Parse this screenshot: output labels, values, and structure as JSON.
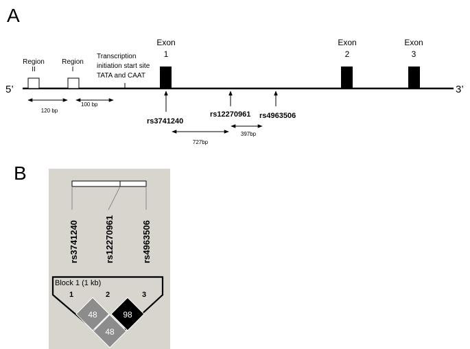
{
  "panel_a": {
    "label": "A",
    "five_prime": "5’",
    "three_prime": "3’",
    "region_ii": {
      "line1": "Region",
      "line2": "II"
    },
    "region_i": {
      "line1": "Region",
      "line2": "I"
    },
    "transcription": {
      "line1": "Transcription",
      "line2": "initiation start site",
      "line3": "TATA and CAAT"
    },
    "exons": [
      {
        "word": "Exon",
        "number": "1"
      },
      {
        "word": "Exon",
        "number": "2"
      },
      {
        "word": "Exon",
        "number": "3"
      }
    ],
    "distance_120": "120 bp",
    "distance_100": "100 bp",
    "snps": [
      "rs3741240",
      "rs12270961",
      "rs4963506"
    ],
    "distance_727": "727bp",
    "distance_397": "397bp"
  },
  "panel_b": {
    "label": "B",
    "snp_labels": [
      "rs3741240",
      "rs12270961",
      "rs4963506"
    ],
    "block_title": "Block 1 (1 kb)",
    "marker_numbers": [
      "1",
      "2",
      "3"
    ],
    "ld_values": [
      "48",
      "98",
      "48"
    ],
    "colors": {
      "panel_bg": "#d8d5ce",
      "cell_grey": "#8c8c8c",
      "cell_black": "#000000"
    }
  }
}
